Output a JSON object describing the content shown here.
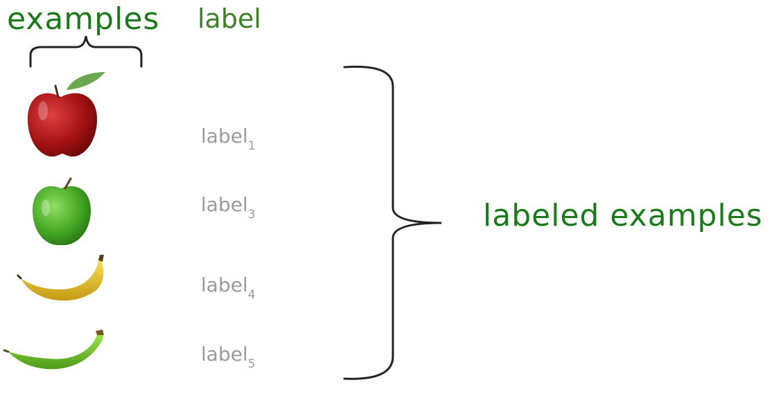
{
  "header": {
    "examples": "examples",
    "label": "label"
  },
  "rows": [
    {
      "label": "label",
      "subscript": "1",
      "fruit": "red-apple"
    },
    {
      "label": "label",
      "subscript": "3",
      "fruit": "green-apple"
    },
    {
      "label": "label",
      "subscript": "4",
      "fruit": "yellow-banana"
    },
    {
      "label": "label",
      "subscript": "5",
      "fruit": "green-banana"
    }
  ],
  "group_label": "labeled examples",
  "colors": {
    "heading_green": "#1a7a1a",
    "label_heading_green": "#3f7f2a",
    "row_label_gray": "#9a9a9a",
    "bracket": "#222222"
  }
}
